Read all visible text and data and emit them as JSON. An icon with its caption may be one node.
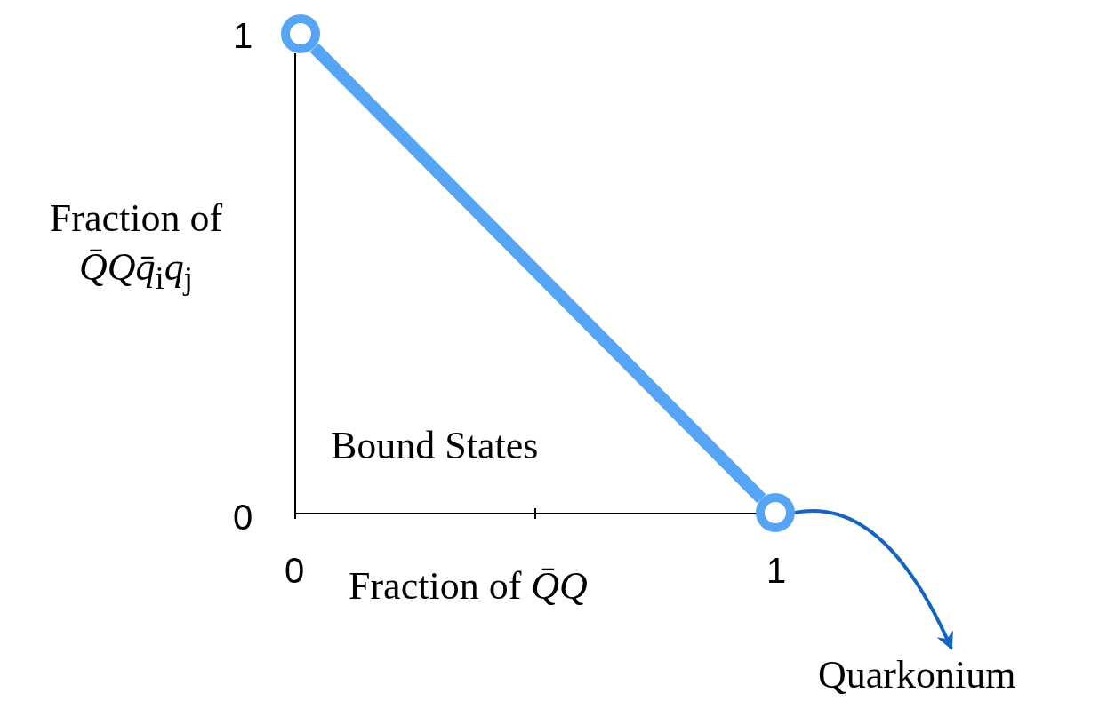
{
  "diagram": {
    "nodes": [
      {
        "text": [],
        "shape": "circle"
      },
      {
        "text": [],
        "shape": "circle"
      },
      {
        "text": [
          "Quarkonium"
        ]
      }
    ],
    "edges": [
      {
        "from": 0,
        "to": 1,
        "arrow": "none",
        "style": "thick",
        "color": "#56a5f5"
      },
      {
        "from": 1,
        "to": 2,
        "arrow": "to",
        "color": "#1565c0"
      }
    ],
    "labels": [
      "1",
      "Fraction of *Q̄Qq̄*$_{i}$*q*$_{j}$",
      "Bound States",
      "0",
      "0",
      "Fraction of *Q̄Q*",
      "1"
    ]
  }
}
